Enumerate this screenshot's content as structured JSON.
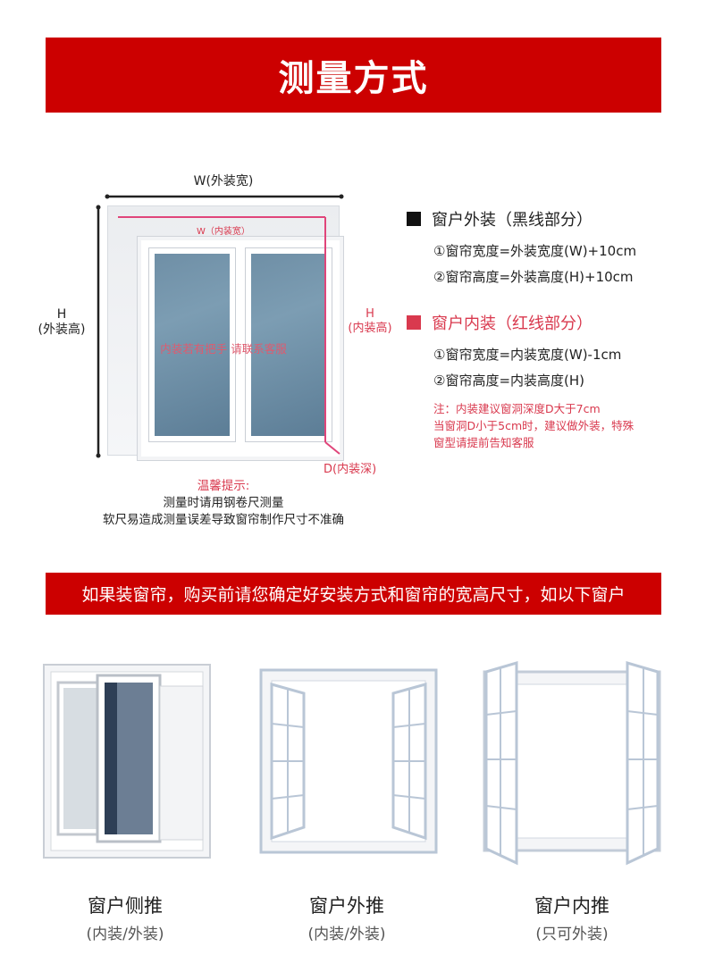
{
  "header": {
    "title": "测量方式"
  },
  "diagram": {
    "width_outer_label": "W(外装宽)",
    "width_inner_label": "W（内装宽）",
    "height_outer_label_1": "H",
    "height_outer_label_2": "(外装高)",
    "height_inner_label_1": "H",
    "height_inner_label_2": "(内装高)",
    "inner_note": "内装若有把手 请联系客服",
    "depth_label": "D(内装深)"
  },
  "tips": {
    "title": "温馨提示:",
    "line1": "测量时请用钢卷尺测量",
    "line2": "软尺易造成测量误差导致窗帘制作尺寸不准确"
  },
  "outside": {
    "title": "窗户外装（黑线部分）",
    "line1": "①窗帘宽度=外装宽度(W)+10cm",
    "line2": "②窗帘高度=外装高度(H)+10cm"
  },
  "inside": {
    "title": "窗户内装（红线部分）",
    "line1": "①窗帘宽度=内装宽度(W)-1cm",
    "line2": "②窗帘高度=内装高度(H)",
    "note1": "注：内装建议窗洞深度D大于7cm",
    "note2": "当窗洞D小于5cm时，建议做外装，特殊",
    "note3": "窗型请提前告知客服"
  },
  "banner": {
    "text": "如果装窗帘，购买前请您确定好安装方式和窗帘的宽高尺寸，如以下窗户"
  },
  "windows": [
    {
      "name": "窗户侧推",
      "sub": "(内装/外装)"
    },
    {
      "name": "窗户外推",
      "sub": "(内装/外装)"
    },
    {
      "name": "窗户内推",
      "sub": "(只可外装)"
    }
  ],
  "colors": {
    "brand_red": "#cc0000",
    "inner_pink": "#d9394e"
  }
}
